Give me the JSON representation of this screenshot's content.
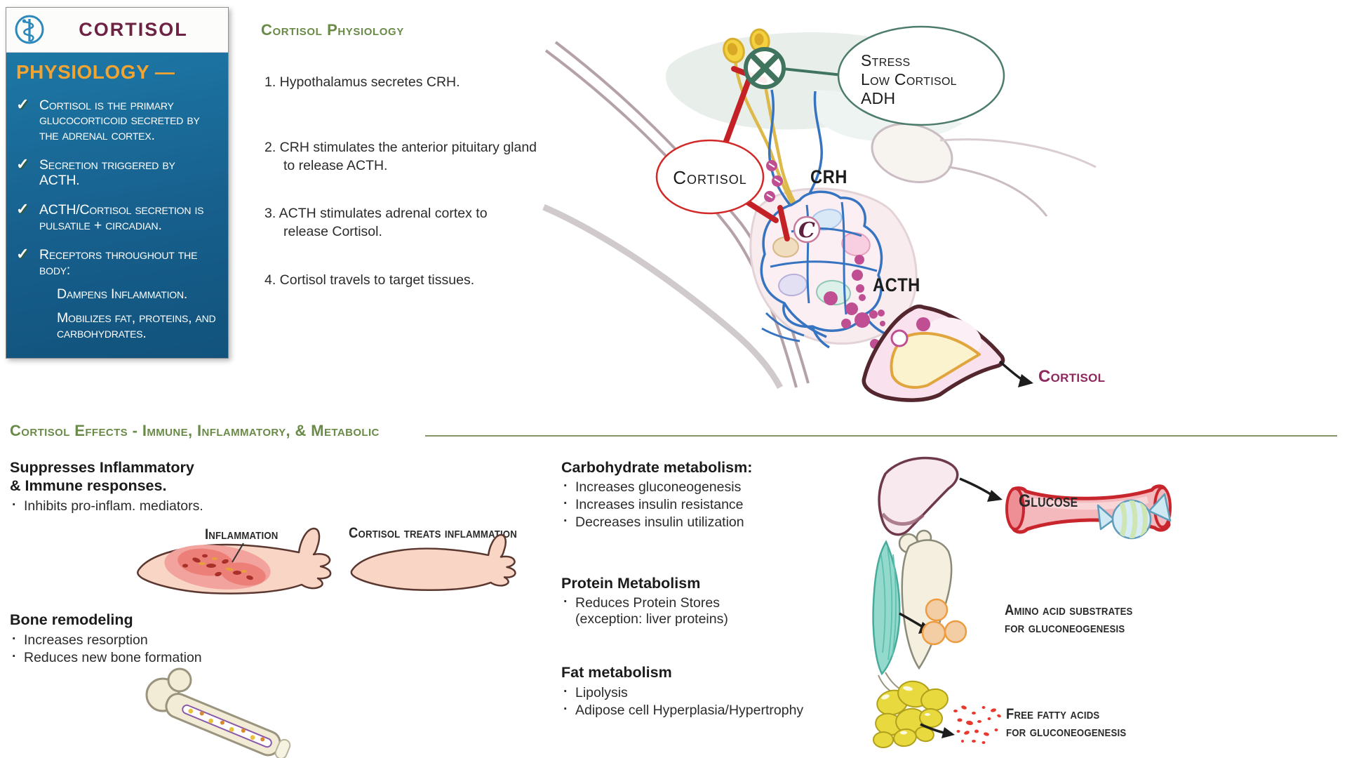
{
  "colors": {
    "maroon": "#6e2243",
    "orange": "#f2a432",
    "green": "#6a8a48",
    "green-symbol": "#41745f",
    "red": "#c42127",
    "magenta": "#bf4f92",
    "cortisol-label": "#8e2960",
    "text": "#2b2b2b"
  },
  "icons": {
    "check_icon": "✓",
    "bullet_char": "·",
    "logo": "rod-of-asclepius-icon"
  },
  "card": {
    "title": "CORTISOL",
    "section_heading": "PHYSIOLOGY —",
    "items": [
      "Cortisol is the primary glucocorticoid secreted by the adrenal cortex.",
      "Secretion triggered by ACTH.",
      "ACTH/Cortisol secretion is pulsatile + circadian.",
      "Receptors throughout the body:"
    ],
    "subitems": [
      "Dampens Inflammation.",
      "Mobilizes fat, proteins, and carbohydrates."
    ]
  },
  "physiology": {
    "heading": "Cortisol Physiology",
    "steps": [
      "1. Hypothalamus secretes CRH.",
      "2. CRH stimulates  the anterior pituitary gland to release ACTH.",
      "3. ACTH stimulates adrenal cortex to release Cortisol.",
      "4. Cortisol travels to target tissues."
    ]
  },
  "diagram": {
    "stress_bubble": "Stress\nLow Cortisol\nADH",
    "cortisol_oval": "Cortisol",
    "crh_label": "CRH",
    "acth_label": "ACTH",
    "c_label": "C",
    "cortisol_output_label": "Cortisol"
  },
  "effects": {
    "heading": "Cortisol Effects - Immune, Inflammatory, & Metabolic",
    "immune": {
      "title": "Suppresses Inflammatory\n& Immune responses.",
      "bullets": [
        "Inhibits pro-inflam. mediators."
      ],
      "inflammation_label": "Inflammation",
      "treated_label": "Cortisol treats inflammation"
    },
    "bone": {
      "title": "Bone remodeling",
      "bullets": [
        "Increases resorption",
        "Reduces new bone formation"
      ]
    },
    "carbohydrate": {
      "title": "Carbohydrate metabolism:",
      "bullets": [
        "Increases gluconeogenesis",
        "Increases insulin resistance",
        "Decreases insulin utilization"
      ]
    },
    "protein": {
      "title": "Protein Metabolism",
      "bullets": [
        "Reduces Protein Stores"
      ],
      "continuation": "(exception: liver proteins)"
    },
    "fat": {
      "title": "Fat metabolism",
      "bullets": [
        "Lipolysis",
        "Adipose cell Hyperplasia/Hypertrophy"
      ]
    },
    "glucose_label": "Glucose",
    "amino_label": "Amino acid substrates\nfor gluconeogenesis",
    "ffa_label": "Free fatty acids\nfor gluconeogenesis"
  }
}
